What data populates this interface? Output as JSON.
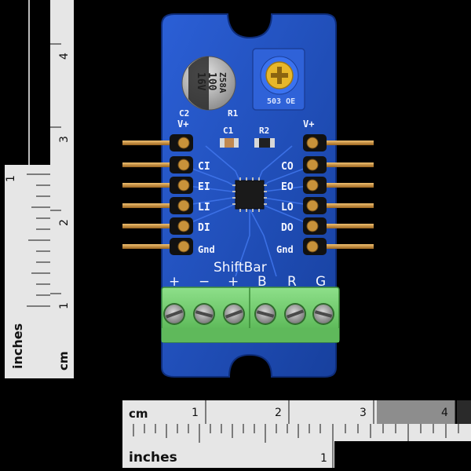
{
  "photo": {
    "subject_labels": {
      "board_name": "ShiftBar",
      "left_pins": [
        "V+",
        "CI",
        "EI",
        "LI",
        "DI",
        "Gnd"
      ],
      "right_pins": [
        "V+",
        "CO",
        "EO",
        "LO",
        "DO",
        "Gnd"
      ],
      "terminal_labels": [
        "+",
        "−",
        "+",
        "B",
        "R",
        "G"
      ],
      "component_labels": {
        "c2": "C2",
        "c1": "C1",
        "r2": "R2",
        "r1": "R1"
      },
      "capacitor_text": [
        "Z58A",
        "100",
        "16V"
      ],
      "pot_text": "503 OE"
    },
    "left_ruler": {
      "inches_label": "inches",
      "inch_numbers": [
        "1"
      ],
      "cm_label": "cm",
      "cm_numbers": [
        "1",
        "2",
        "3",
        "4"
      ]
    },
    "bottom_ruler": {
      "cm_label": "cm",
      "cm_numbers": [
        "1",
        "2",
        "3",
        "4"
      ],
      "inches_label": "inches",
      "inch_numbers": [
        "1"
      ]
    },
    "colors": {
      "background": "#000000",
      "pcb_blue": "#1f4fc4",
      "terminal_green": "#6fcf6a",
      "pin_gold": "#c8923a",
      "ruler_white": "#e8e8e8"
    }
  }
}
